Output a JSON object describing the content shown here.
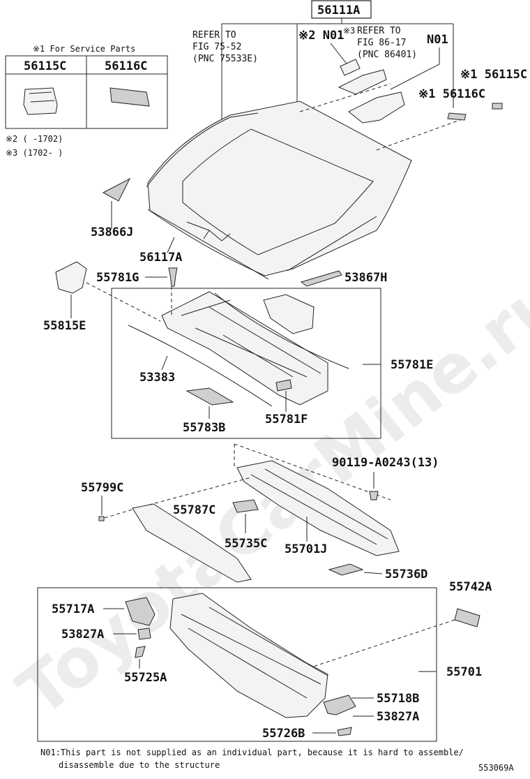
{
  "diagram_id": "553069A",
  "watermark": "ToyotaCarMine.ru",
  "service_box": {
    "title": "※1 For Service Parts",
    "parts": [
      "56115C",
      "56116C"
    ]
  },
  "series_notes": [
    "※2 (    -1702)",
    "※3 (1702-    )"
  ],
  "refs": {
    "top_assembly": "56111A",
    "refer_75": [
      "REFER TO",
      "FIG 75-52",
      "(PNC 75533E)"
    ],
    "refer_86": [
      "REFER TO",
      "FIG 86-17",
      "(PNC 86401)"
    ],
    "n01_a": "※2 N01",
    "n01_b": "※3",
    "n01_c": "N01",
    "p56115c": "※1 56115C",
    "p56116c": "※1 56116C"
  },
  "parts": {
    "p53866J": "53866J",
    "p56117A": "56117A",
    "p55781G": "55781G",
    "p53867H": "53867H",
    "p55815E": "55815E",
    "p55781E": "55781E",
    "p53383": "53383",
    "p55783B": "55783B",
    "p55781F": "55781F",
    "p90119": "90119-A0243(13)",
    "p55799C": "55799C",
    "p55787C": "55787C",
    "p55735C": "55735C",
    "p55701J": "55701J",
    "p55736D": "55736D",
    "p55742A": "55742A",
    "p55717A": "55717A",
    "p53827A_1": "53827A",
    "p55725A": "55725A",
    "p55701": "55701",
    "p55718B": "55718B",
    "p53827A_2": "53827A",
    "p55726B": "55726B"
  },
  "footnote": [
    "N01:This part is not supplied as an individual part, because it is hard to assemble/",
    "disassemble due to the structure"
  ]
}
